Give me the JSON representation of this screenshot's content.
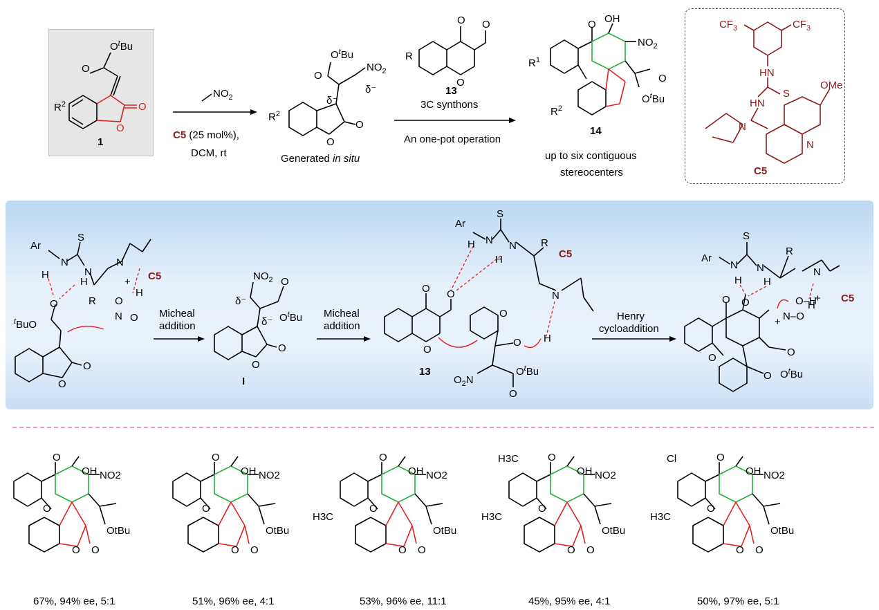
{
  "top_scheme": {
    "compound_1": "1",
    "r2": "R",
    "r2_sup": "2",
    "otbu": "O",
    "tbu_t": "t",
    "tbu_bu": "Bu",
    "nitromethane": "NO",
    "no2_sub": "2",
    "cat_label": "C5",
    "cat_loading": "(25 mol%),",
    "conditions": "DCM, rt",
    "intermediate_caption_1": "Generated ",
    "intermediate_caption_2": "in situ",
    "delta": "δ⁻",
    "reagent_13": "13",
    "synthons": "3C synthons",
    "one_pot": "An one-pot operation",
    "r1": "R",
    "r1_sup": "1",
    "product_14": "14",
    "stereo_line1": "up to six contiguous",
    "stereo_line2": "stereocenters",
    "oh": "OH",
    "o": "O",
    "r": "R"
  },
  "catalyst": {
    "cf3": "CF",
    "cf3_sub": "3",
    "hn": "HN",
    "s": "S",
    "ome": "OMe",
    "n": "N",
    "name": "C5"
  },
  "mechanism": {
    "ar": "Ar",
    "n": "N",
    "h": "H",
    "s": "S",
    "r": "R",
    "c5": "C5",
    "step1_line1": "Micheal",
    "step1_line2": "addition",
    "intermediate_I": "I",
    "step2_line1": "Micheal",
    "step2_line2": "addition",
    "reagent_13": "13",
    "step3_line1": "Henry",
    "step3_line2": "cycloaddition",
    "plus": "+",
    "minus": "–",
    "o": "O",
    "no2": "NO",
    "no2_sub": "2"
  },
  "examples": [
    {
      "yield_text": "67%, 94% ee, 5:1",
      "sub1": "",
      "sub2": ""
    },
    {
      "yield_text": "51%, 96% ee, 4:1",
      "sub1": "",
      "sub2": ""
    },
    {
      "yield_text": "53%, 96% ee, 11:1",
      "sub1": "",
      "sub2": "H3C"
    },
    {
      "yield_text": "45%, 95% ee, 4:1",
      "sub1": "H3C",
      "sub2": "H3C"
    },
    {
      "yield_text": "50%, 97% ee, 5:1",
      "sub1": "Cl",
      "sub2": "H3C"
    }
  ],
  "colors": {
    "bond": "#000000",
    "red_ring": "#e02020",
    "green_ring": "#22b03a",
    "catalyst": "#8b1a1a",
    "dashed_hbond": "#e02020",
    "divider": "#e070d0"
  }
}
